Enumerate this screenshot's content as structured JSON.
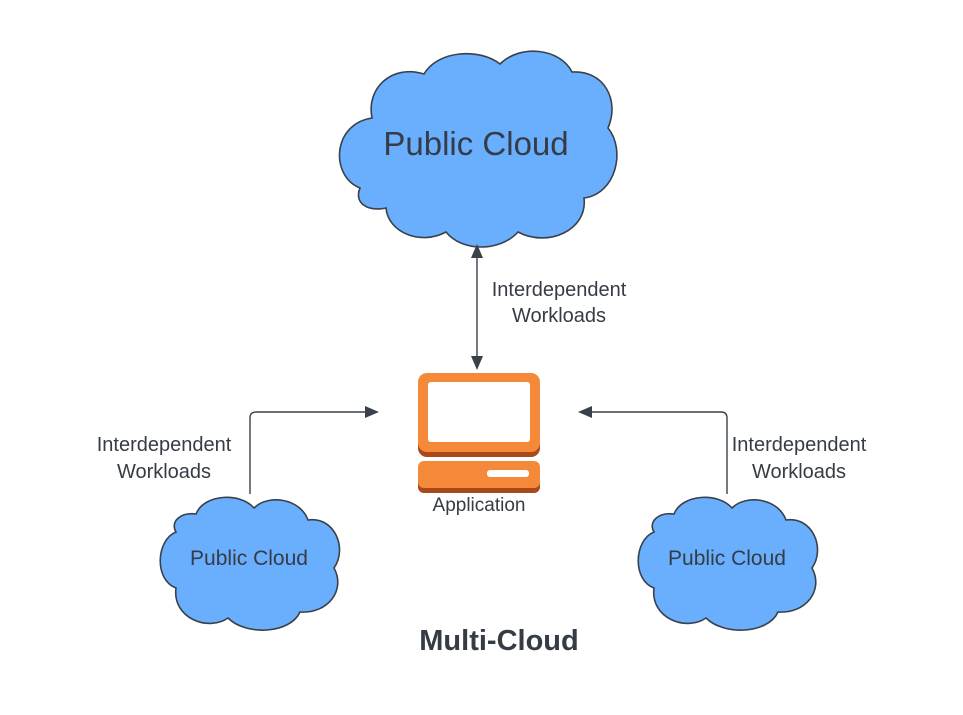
{
  "colors": {
    "cloud_fill": "#6aaefe",
    "cloud_stroke": "#3a414a",
    "text": "#363c45",
    "application_orange": "#f48a39",
    "application_dark": "#a9481b",
    "application_screen": "#ffffff"
  },
  "nodes": {
    "top_cloud": {
      "label": "Public Cloud",
      "icon": "cloud-icon"
    },
    "left_cloud": {
      "label": "Public Cloud",
      "icon": "cloud-icon"
    },
    "right_cloud": {
      "label": "Public Cloud",
      "icon": "cloud-icon"
    },
    "application": {
      "label": "Application",
      "icon": "desktop-computer-icon"
    }
  },
  "edges": {
    "top": {
      "line1": "Interdependent",
      "line2": "Workloads",
      "direction": "bidirectional"
    },
    "left": {
      "line1": "Interdependent",
      "line2": "Workloads",
      "direction": "cloud-to-application"
    },
    "right": {
      "line1": "Interdependent",
      "line2": "Workloads",
      "direction": "cloud-to-application"
    }
  },
  "title": "Multi-Cloud"
}
